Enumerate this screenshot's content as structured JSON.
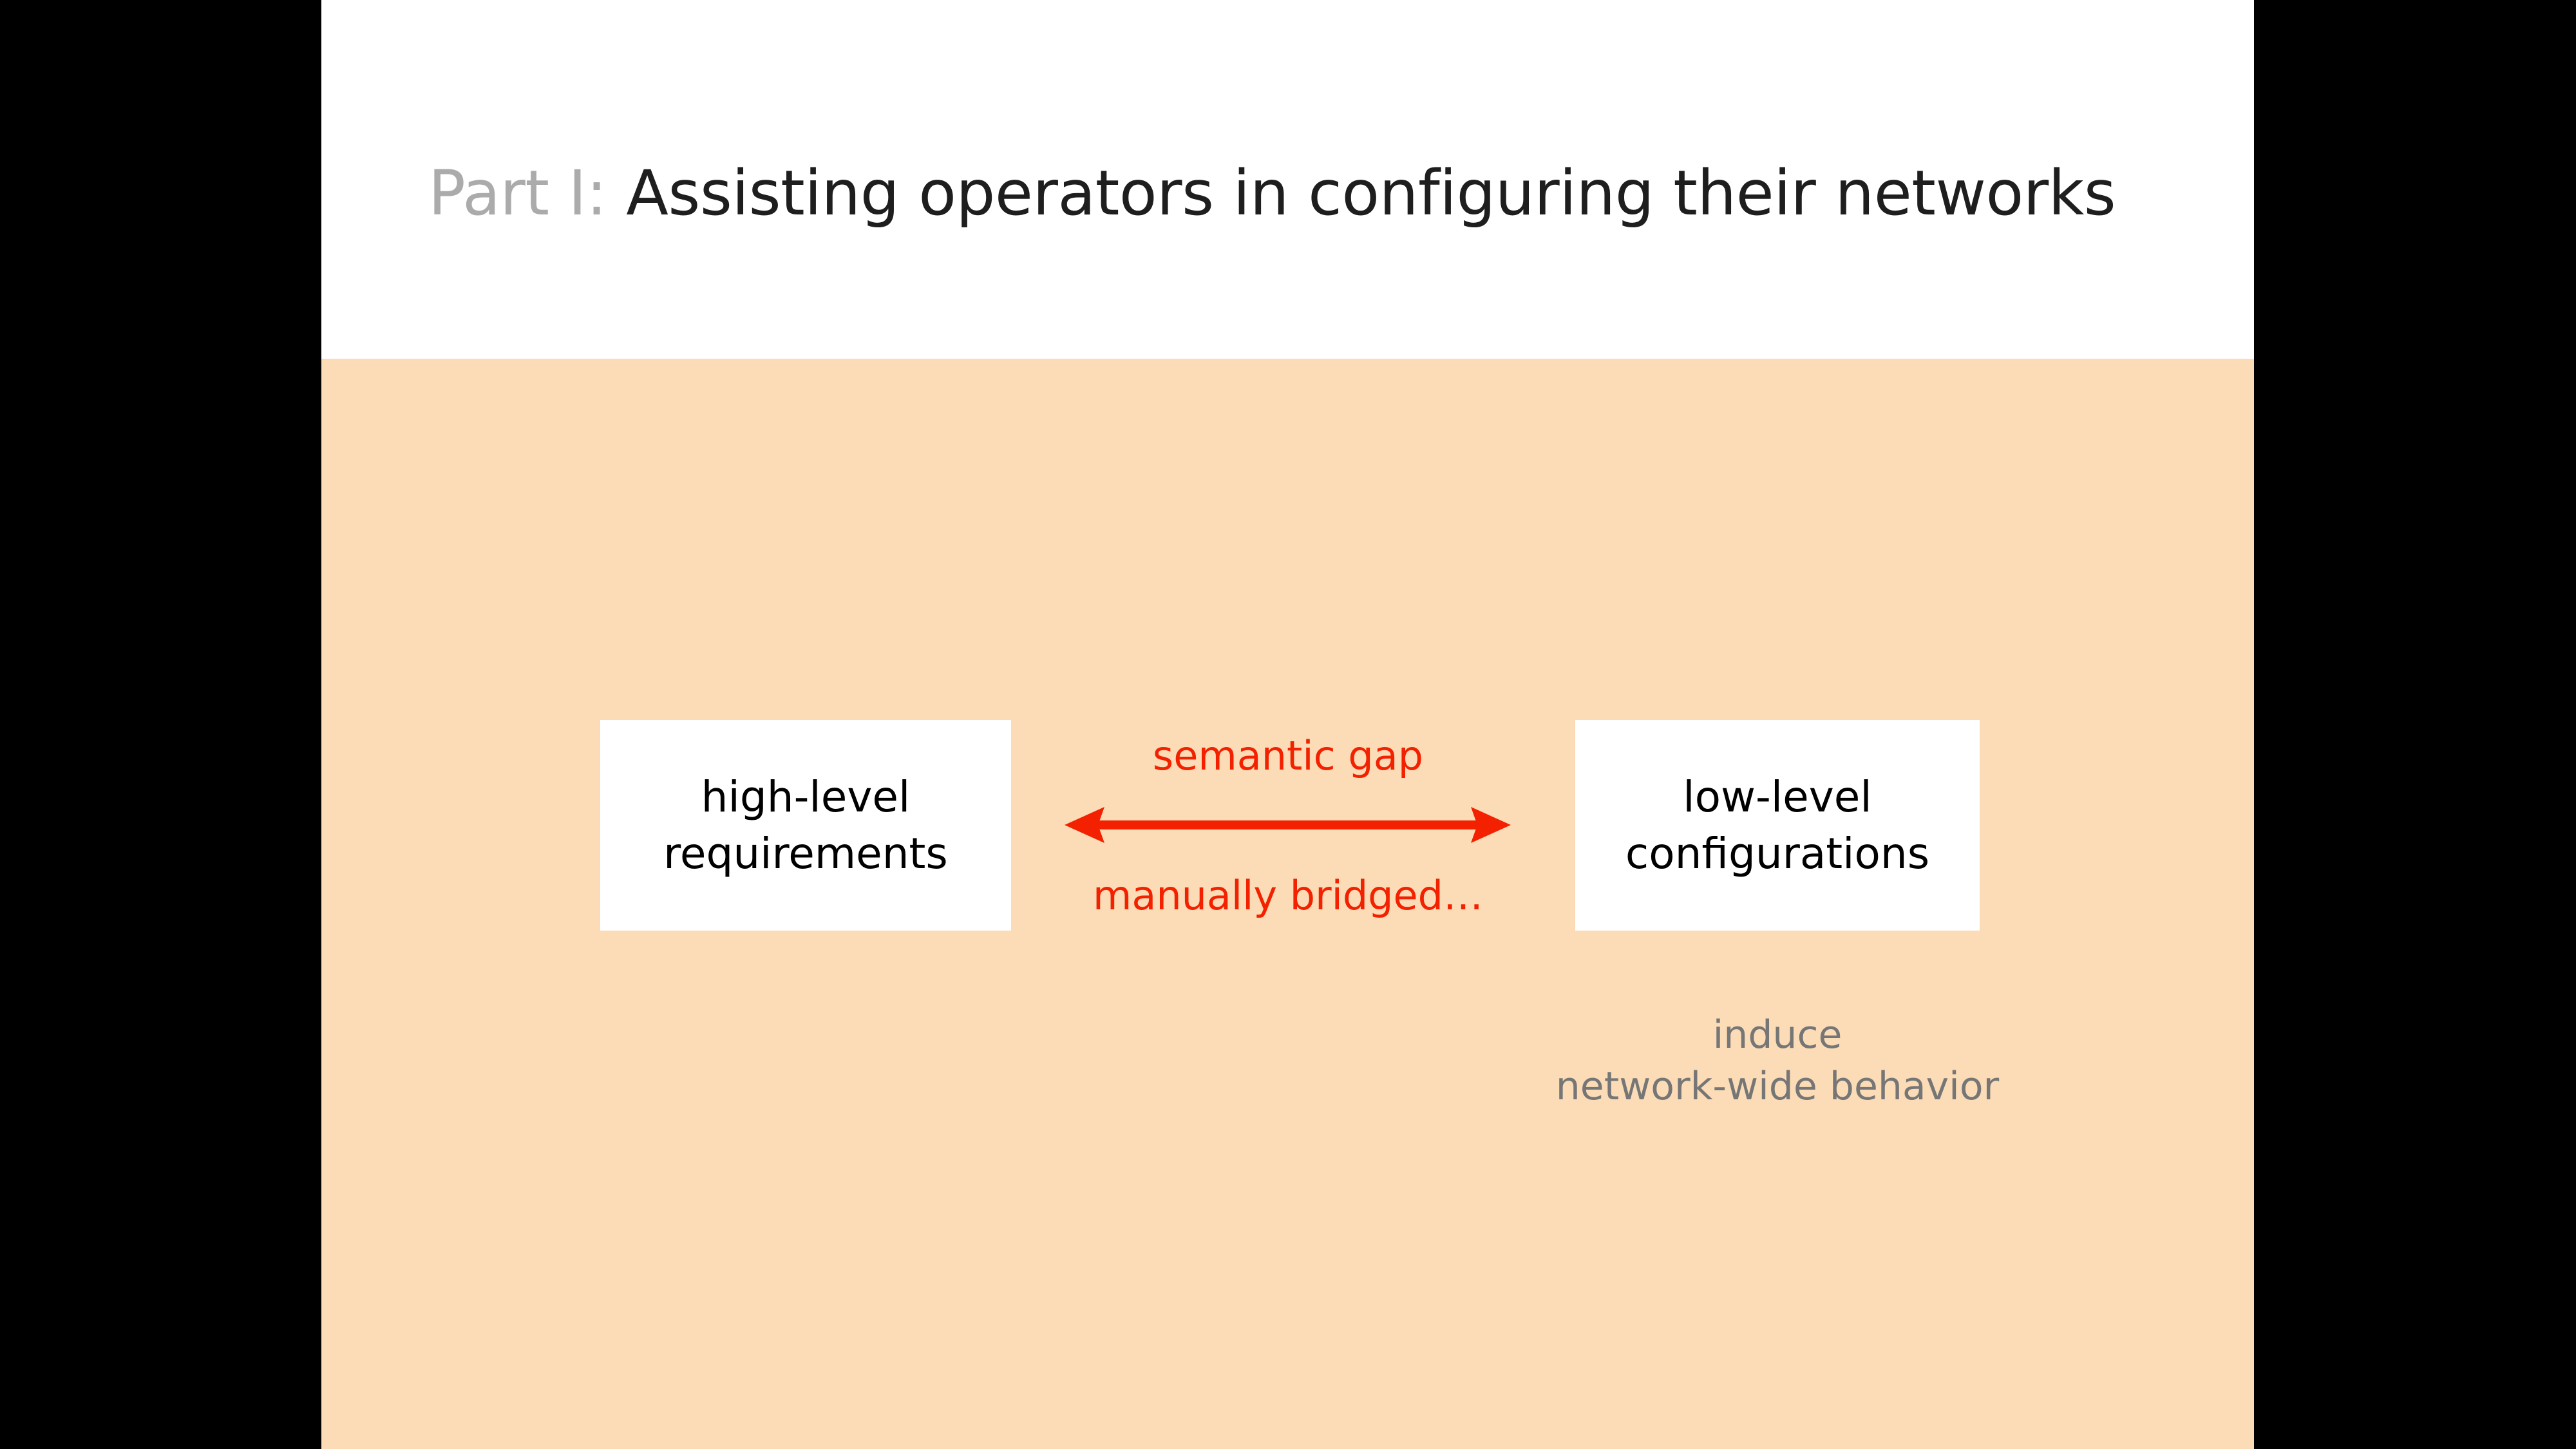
{
  "slide": {
    "title": {
      "prefix": "Part I: ",
      "main": "Assisting operators in configuring their networks"
    },
    "colors": {
      "letterbox": "#000000",
      "header_band": "#ffffff",
      "body_band": "#fbdcb6",
      "box_fill": "#ffffff",
      "accent_red": "#f32100",
      "caption_gray": "#767676",
      "title_prefix_gray": "#ababab",
      "title_main": "#1e1e1e"
    },
    "diagram": {
      "left_box": {
        "line1": "high-level",
        "line2": "requirements"
      },
      "right_box": {
        "line1": "low-level",
        "line2": "configurations"
      },
      "arrow": {
        "label_above": "semantic gap",
        "label_below": "manually bridged…",
        "direction": "bidirectional"
      },
      "caption": {
        "line1": "induce",
        "line2": "network-wide behavior"
      }
    }
  }
}
